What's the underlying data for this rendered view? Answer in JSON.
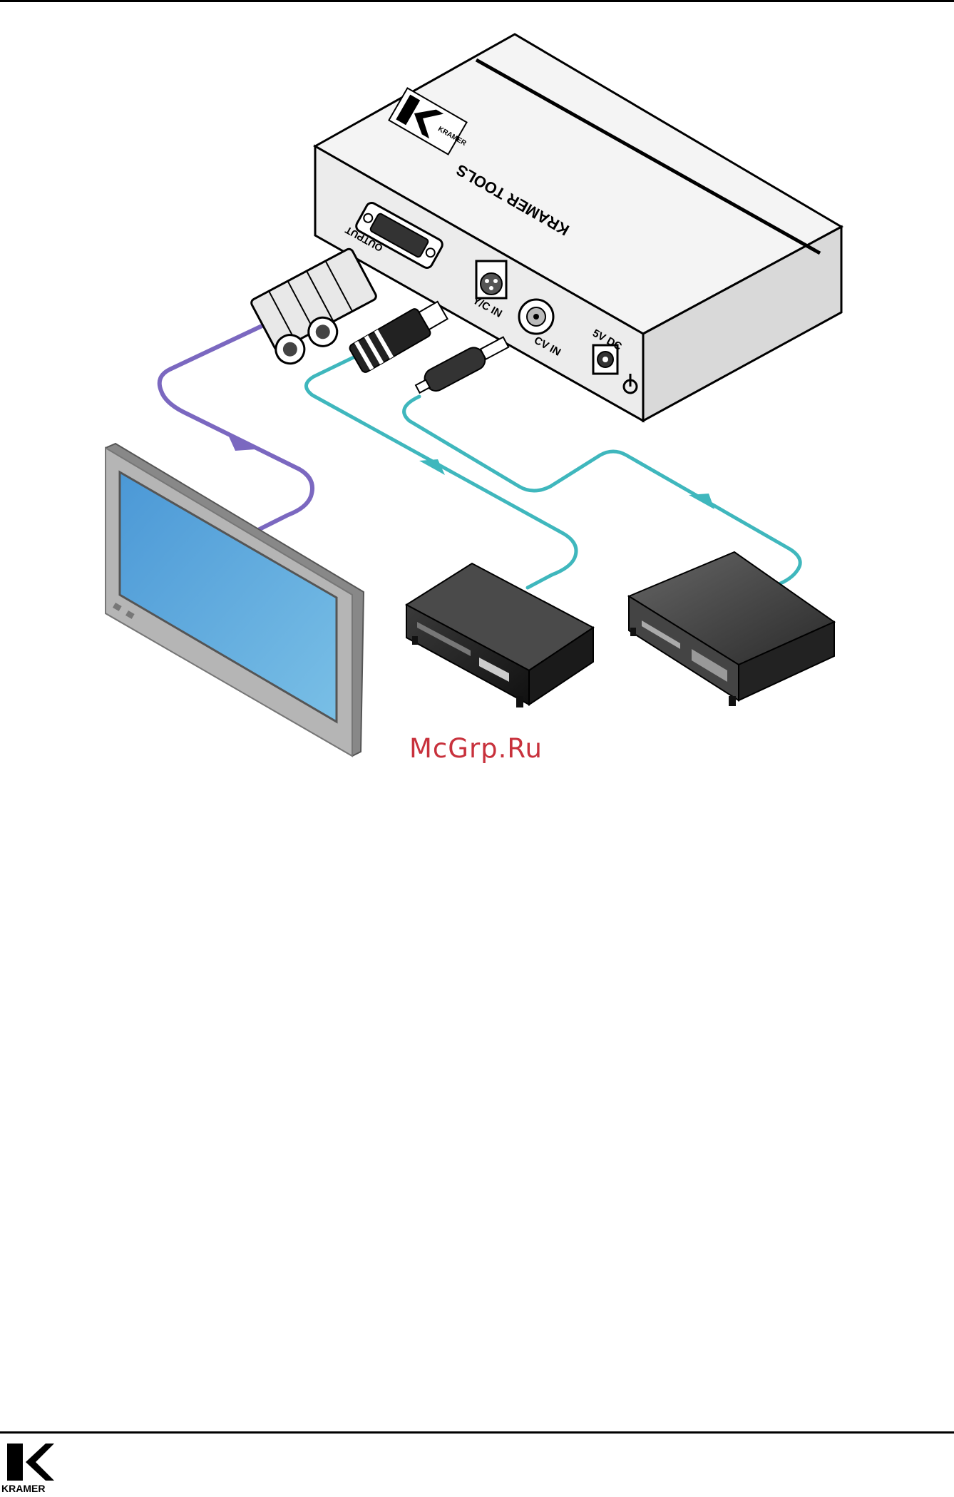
{
  "device": {
    "brand_text": "KRAMER TOOLS",
    "logo_text": "KRAMER",
    "ports": {
      "output_label": "OUTPUT",
      "yc_in_label": "Y/C IN",
      "cv_in_label": "CV IN",
      "power_label": "5V DC"
    }
  },
  "watermark": "McGrp.Ru",
  "footer": {
    "logo_text": "KRAMER"
  },
  "colors": {
    "output_cable": "#7b68c0",
    "input_cable": "#3fb7bd",
    "screen": "#5aa7d9",
    "device_body": "#f2f2f2",
    "outline": "#000000"
  }
}
